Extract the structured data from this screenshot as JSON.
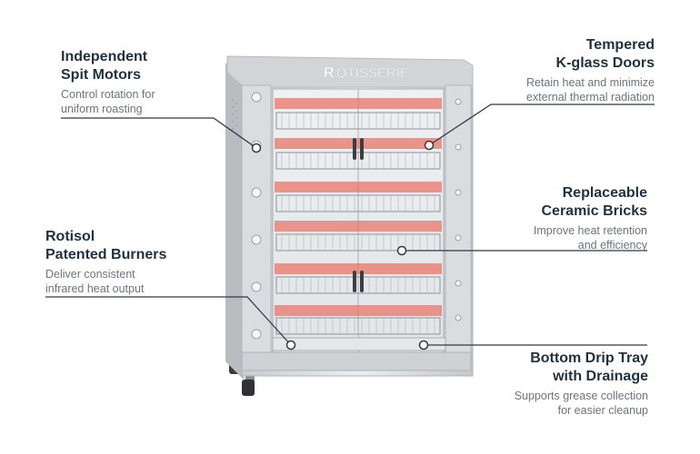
{
  "logo_text": "OTISSERIE",
  "callouts": [
    {
      "id": "spit-motors",
      "title_line1": "Independent",
      "title_line2": "Spit Motors",
      "desc_line1": "Control rotation for",
      "desc_line2": "uniform roasting"
    },
    {
      "id": "burners",
      "title_line1": "Rotisol",
      "title_line2": "Patented Burners",
      "desc_line1": "Deliver consistent",
      "desc_line2": "infrared heat output"
    },
    {
      "id": "glass-doors",
      "title_line1": "Tempered",
      "title_line2": "K-glass Doors",
      "desc_line1": "Retain heat and minimize",
      "desc_line2": "external thermal radiation"
    },
    {
      "id": "ceramic-bricks",
      "title_line1": "Replaceable",
      "title_line2": "Ceramic Bricks",
      "desc_line1": "Improve heat retention",
      "desc_line2": "and efficiency"
    },
    {
      "id": "drip-tray",
      "title_line1": "Bottom Drip Tray",
      "title_line2": "with Drainage",
      "desc_line1": "Supports grease collection",
      "desc_line2": "for easier cleanup"
    }
  ],
  "colors": {
    "title": "#1f3140",
    "desc": "#6b7580",
    "leader": "#2f3a45",
    "steel": "#d9dcdf",
    "burner": "#e8756a"
  }
}
